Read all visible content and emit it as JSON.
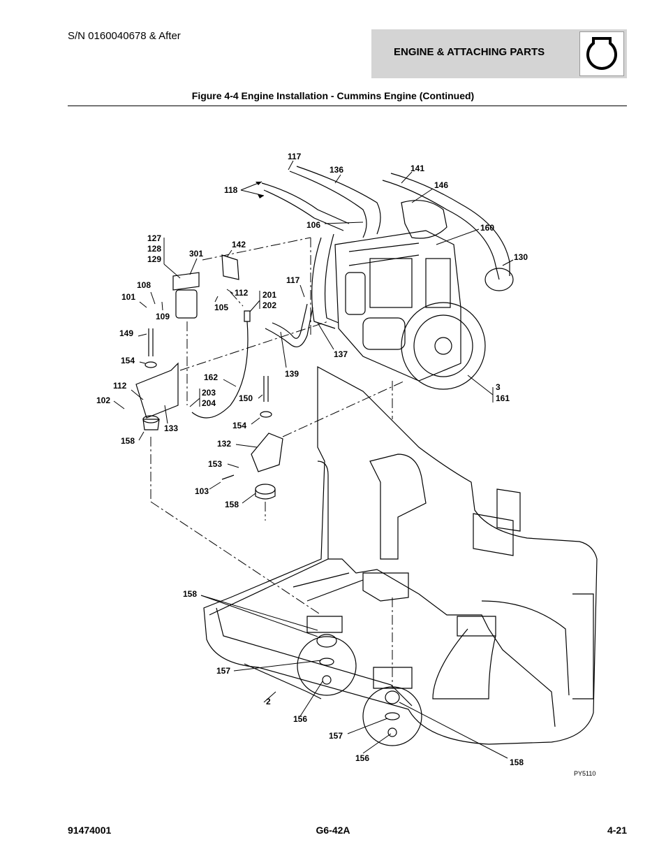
{
  "header": {
    "serial": "S/N 0160040678 & After",
    "section": "ENGINE & ATTACHING PARTS",
    "section_icon": "engine-icon"
  },
  "figure": {
    "title": "Figure 4-4 Engine Installation - Cummins Engine (Continued)",
    "drawing_code": "PY5110",
    "callouts": {
      "c117a": "117",
      "c136": "136",
      "c141": "141",
      "c118": "118",
      "c146": "146",
      "c106": "106",
      "c160": "160",
      "c127": "127",
      "c128": "128",
      "c129": "129",
      "c301": "301",
      "c142": "142",
      "c130": "130",
      "c117b": "117",
      "c108": "108",
      "c101": "101",
      "c112a": "112",
      "c201": "201",
      "c202": "202",
      "c105": "105",
      "c109": "109",
      "c149": "149",
      "c137": "137",
      "c154a": "154",
      "c139": "139",
      "c162": "162",
      "c112b": "112",
      "c203": "203",
      "c204": "204",
      "c3": "3",
      "c161": "161",
      "c102": "102",
      "c150": "150",
      "c133": "133",
      "c154b": "154",
      "c158a": "158",
      "c132": "132",
      "c153": "153",
      "c103": "103",
      "c158b": "158",
      "c158c": "158",
      "c157a": "157",
      "c2": "2",
      "c156a": "156",
      "c157b": "157",
      "c156b": "156",
      "c158d": "158"
    }
  },
  "footer": {
    "left": "91474001",
    "center": "G6-42A",
    "right": "4-21"
  }
}
